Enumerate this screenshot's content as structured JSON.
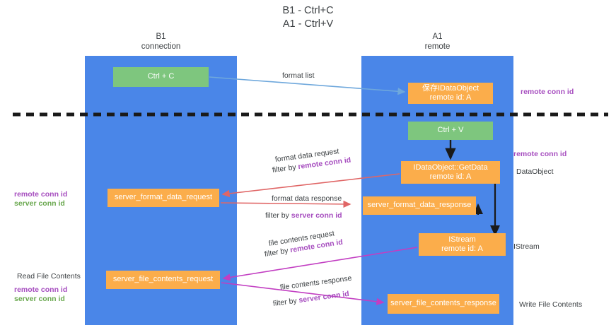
{
  "title": "B1 - Ctrl+C\nA1 - Ctrl+V",
  "columns": {
    "left": {
      "name": "B1",
      "role": "connection",
      "label": "B1\nconnection"
    },
    "right": {
      "name": "A1",
      "role": "remote",
      "label": "A1\nremote"
    }
  },
  "nodes": {
    "ctrl_c": {
      "label": "Ctrl + C",
      "color": "#7ec67e"
    },
    "save_dataobject": {
      "label": "保存IDataObject\nremote id: A",
      "color": "#fbad4b"
    },
    "ctrl_v": {
      "label": "Ctrl + V",
      "color": "#7ec67e"
    },
    "getdata": {
      "label": "IDataObject::GetData\nremote id: A",
      "color": "#fbad4b"
    },
    "server_format_data_request": {
      "label": "server_format_data_request",
      "color": "#fbad4b"
    },
    "server_format_data_response": {
      "label": "server_format_data_response",
      "color": "#fbad4b"
    },
    "istream": {
      "label": "IStream\nremote id: A",
      "color": "#fbad4b"
    },
    "server_file_contents_request": {
      "label": "server_file_contents_request",
      "color": "#fbad4b"
    },
    "server_file_contents_response": {
      "label": "server_file_contents_response",
      "color": "#fbad4b"
    }
  },
  "edges": {
    "format_list": {
      "title": "format list",
      "filter": ""
    },
    "format_data_request": {
      "title": "format data request",
      "filter_prefix": "filter by ",
      "filter_key": "remote conn id"
    },
    "format_data_response": {
      "title": "format data response",
      "filter_prefix": "filter by ",
      "filter_key": "server conn id"
    },
    "file_contents_request": {
      "title": "file contents request",
      "filter_prefix": "filter by ",
      "filter_key": "remote conn id"
    },
    "file_contents_response": {
      "title": "file contents response",
      "filter_prefix": "filter by ",
      "filter_key": "server conn id"
    }
  },
  "side_labels": {
    "right_remote_conn_top": "remote conn id",
    "right_remote_conn_mid": "remote conn id",
    "right_dataobject": "DataObject",
    "right_istream": "IStream",
    "right_write_file_contents": "Write File Contents",
    "left_remote_conn": "remote conn id",
    "left_server_conn": "server conn id",
    "left_read_file_contents": "Read File Contents",
    "left_remote_conn_2": "remote conn id",
    "left_server_conn_2": "server conn id"
  },
  "colors": {
    "column_blue": "#4a86e8",
    "node_green": "#7ec67e",
    "node_orange": "#fbad4b",
    "arrow_blue": "#6fa8dc",
    "arrow_red": "#e06666",
    "arrow_magenta": "#c23ec2",
    "arrow_black": "#1a1a1a",
    "divider_black": "#1a1a1a",
    "text_remote": "#a64dbf",
    "text_server": "#6aa84f",
    "text_default": "#3c4043"
  }
}
